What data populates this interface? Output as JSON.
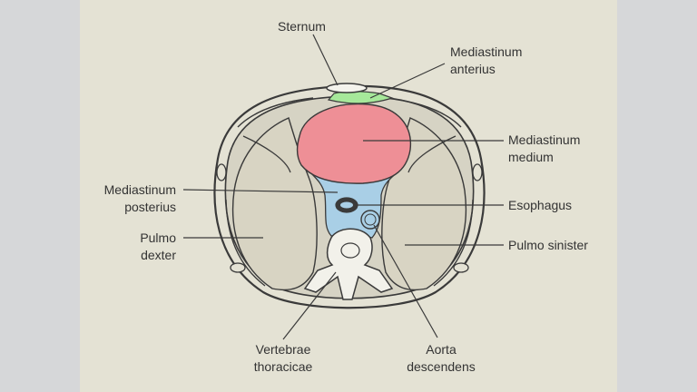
{
  "colors": {
    "panel_bg": "#e4e2d4",
    "page_bg": "#d6d7d9",
    "mediastinum_anterius": "#a6e89a",
    "mediastinum_medium": "#ee8f96",
    "mediastinum_posterius": "#a9cfe6",
    "outline": "#3a3a3a"
  },
  "labels": {
    "sternum": "Sternum",
    "mediastinum_anterius": [
      "Mediastinum",
      "anterius"
    ],
    "mediastinum_medium": [
      "Mediastinum",
      "medium"
    ],
    "mediastinum_posterius": [
      "Mediastinum",
      "posterius"
    ],
    "esophagus": "Esophagus",
    "pulmo_dexter": [
      "Pulmo",
      "dexter"
    ],
    "pulmo_sinister": "Pulmo sinister",
    "vertebrae_thoracicae": [
      "Vertebrae",
      "thoracicae"
    ],
    "aorta_descendens": [
      "Aorta",
      "descendens"
    ]
  }
}
